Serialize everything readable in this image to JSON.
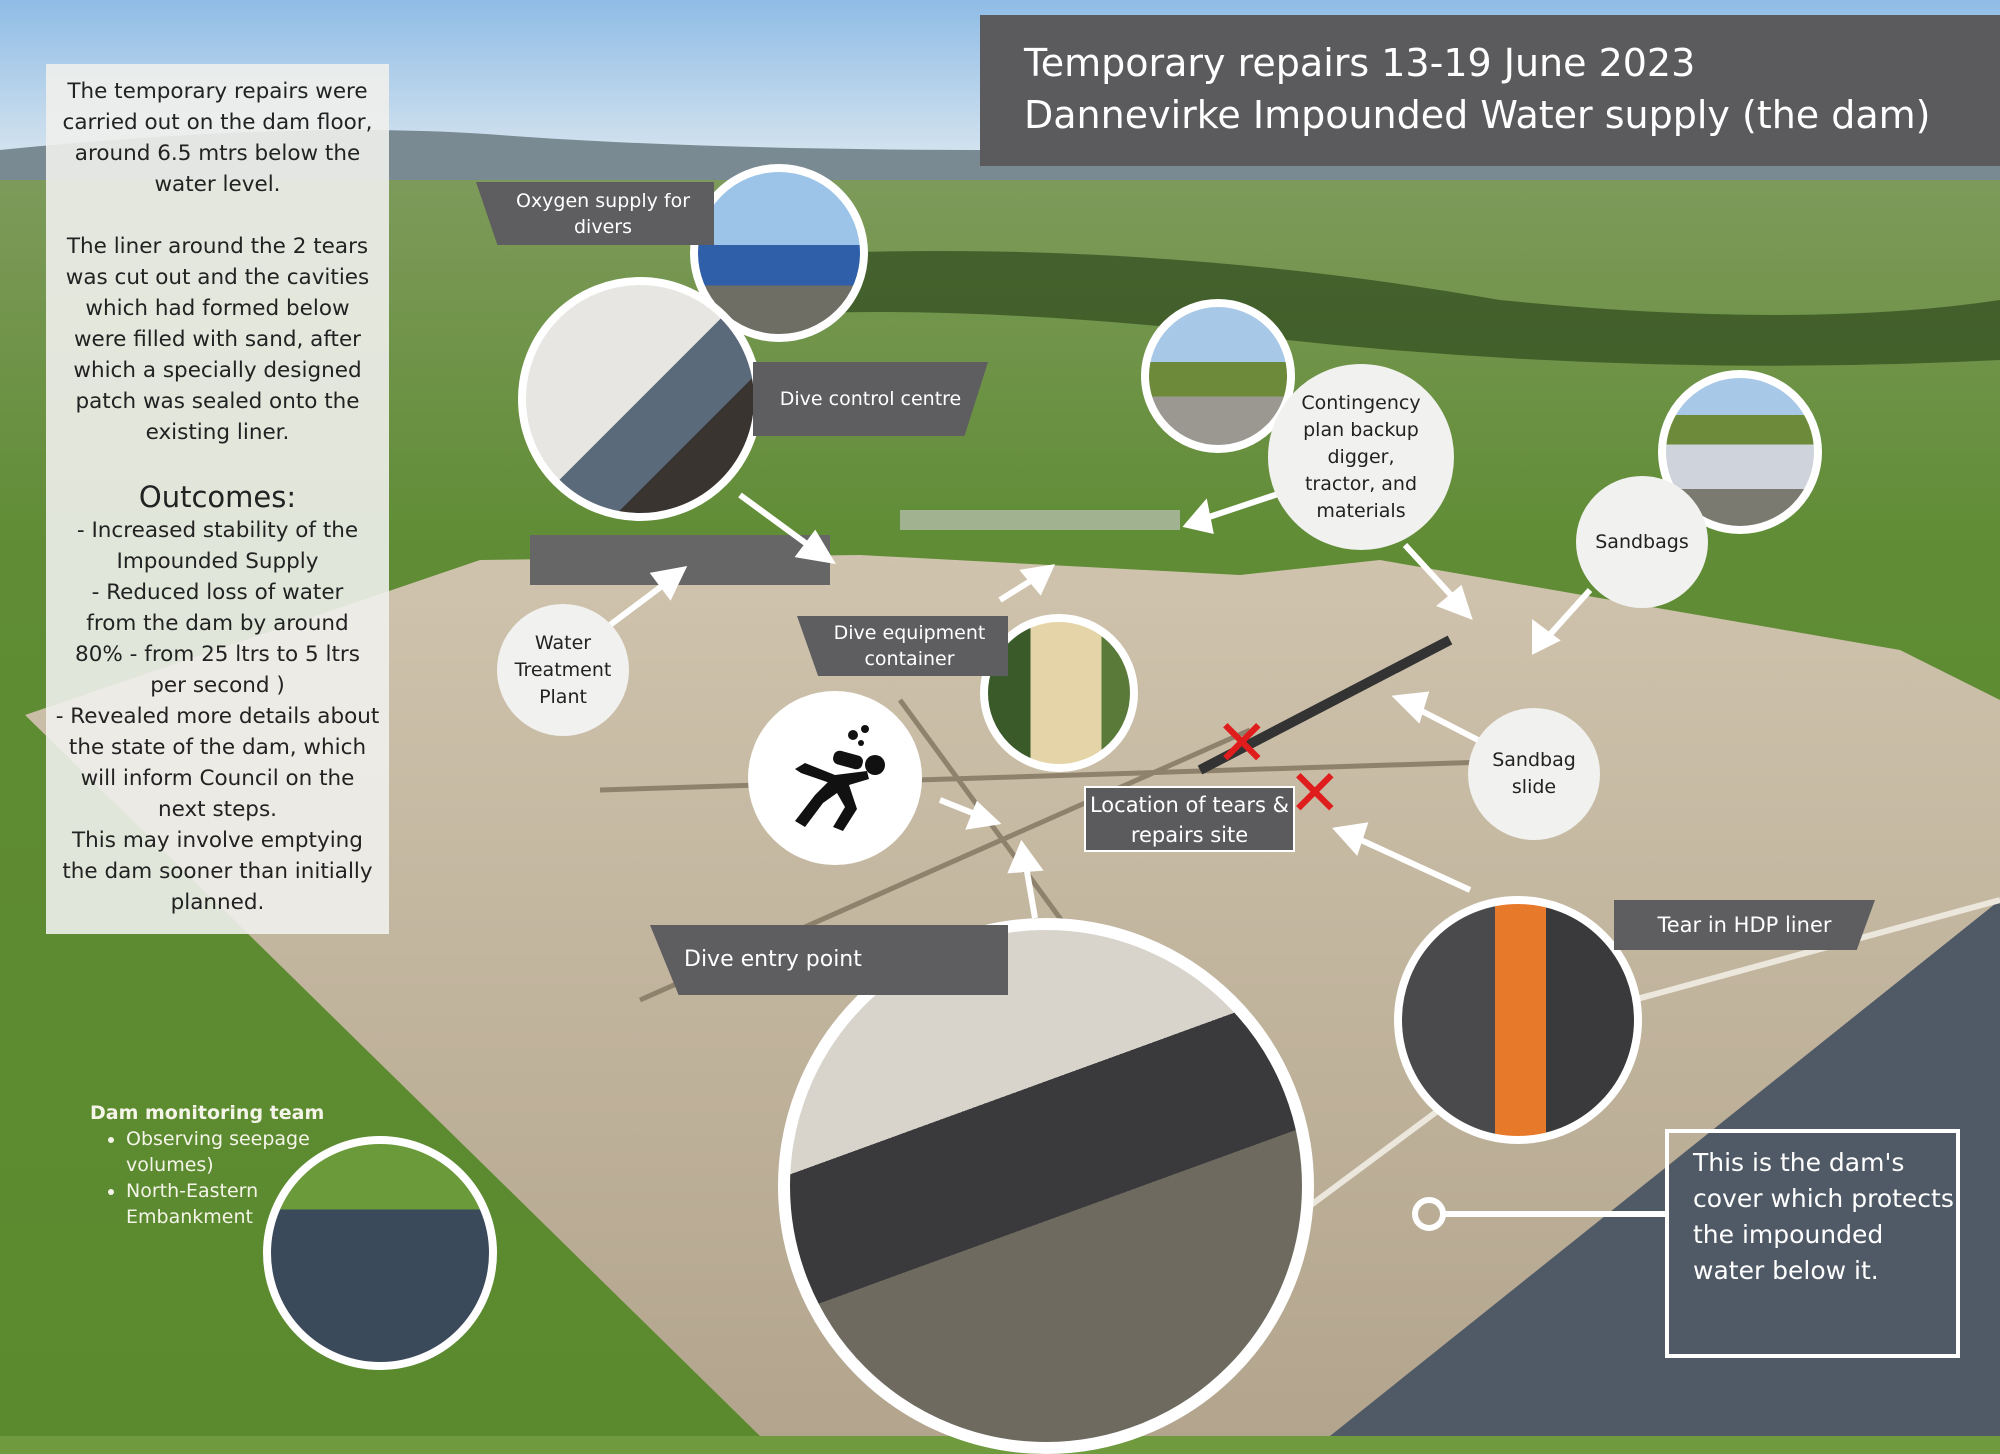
{
  "title": {
    "line1": "Temporary repairs 13-19 June 2023",
    "line2": "Dannevirke Impounded Water supply (the dam)"
  },
  "left_panel": {
    "para1": "The temporary repairs were carried out on the dam floor, around 6.5 mtrs below the water level.",
    "para2": "The liner around the 2 tears was cut out and the cavities which had formed below were filled with sand, after which a specially designed patch was sealed onto the existing liner.",
    "outcomes_heading": "Outcomes:",
    "outcomes": [
      "- Increased stability of the Impounded Supply",
      "- Reduced loss of water from the dam by around 80% - from 25 ltrs to 5 ltrs per second )",
      "- Revealed more details about the state of the dam, which will inform Council on the next steps.",
      "This may involve emptying the dam sooner than initially planned."
    ]
  },
  "labels": {
    "oxygen": "Oxygen supply for divers",
    "dive_control": "Dive control centre",
    "contingency": "Contingency plan backup digger, tractor, and materials",
    "sandbags": "Sandbags",
    "water_treatment": "Water Treatment Plant",
    "dive_equipment": "Dive equipment container",
    "sandbag_slide": "Sandbag slide",
    "location": "Location of tears & repairs site",
    "tear": "Tear in HDP liner",
    "dive_entry": "Dive entry point",
    "cover": "This is the dam's cover which protects the impounded water below it."
  },
  "team": {
    "heading": "Dam monitoring team",
    "items": [
      "Observing seepage volumes)",
      "North-Eastern Embankment"
    ]
  },
  "colors": {
    "banner": "#5e5e60",
    "tear_mark": "#e01d1d"
  }
}
